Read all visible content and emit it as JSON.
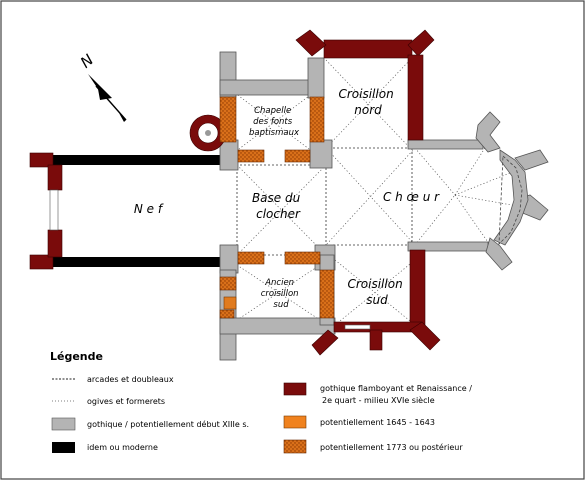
{
  "north_label": "N",
  "rooms": {
    "nef": "N e f",
    "chapelle": [
      "Chapelle",
      "des fonts",
      "baptismaux"
    ],
    "croisillon_nord": [
      "Croisillon",
      "nord"
    ],
    "base_clocher": [
      "Base du",
      "clocher"
    ],
    "choeur": "C h œ u r",
    "ancien_croisillon": [
      "Ancien",
      "croisillon",
      "sud"
    ],
    "croisillon_sud": [
      "Croisillon",
      "sud"
    ]
  },
  "legend": {
    "title": "Légende",
    "items": [
      {
        "text": "arcades et doubleaux",
        "kind": "line-arcade"
      },
      {
        "text": "ogives et formerets",
        "kind": "line-ogive"
      },
      {
        "text": "gothique / potentiellement début XIIIe s.",
        "kind": "swatch",
        "color": "#b4b4b4"
      },
      {
        "text": "idem ou moderne",
        "kind": "swatch",
        "color": "#000000"
      },
      {
        "text": "gothique flamboyant et Renaissance /",
        "text2": "2e quart - milieu XVIe siècle",
        "kind": "swatch",
        "color": "#7a0b0b"
      },
      {
        "text": "potentiellement 1645 - 1643",
        "kind": "swatch",
        "color": "#f0821e"
      },
      {
        "text": "potentiellement 1773 ou postérieur",
        "kind": "swatch-hatch",
        "color": "#e07b1f"
      }
    ]
  }
}
